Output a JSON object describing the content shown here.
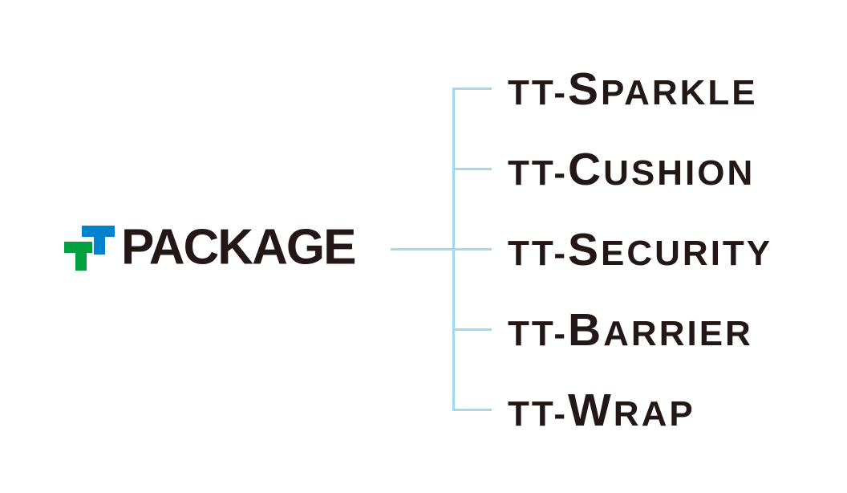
{
  "colors": {
    "mark-green": "#00a040",
    "mark-blue": "#0082cd",
    "line": "#a3d8f0",
    "text": "#231815",
    "bg": "#ffffff"
  },
  "logo": {
    "text": "PACKAGE",
    "mark": "tt-monogram"
  },
  "products": [
    {
      "label": "TT-Sparkle",
      "prefix": "TT-",
      "initial": "S",
      "rest": "PARKLE"
    },
    {
      "label": "TT-Cushion",
      "prefix": "TT-",
      "initial": "C",
      "rest": "USHION"
    },
    {
      "label": "TT-Security",
      "prefix": "TT-",
      "initial": "S",
      "rest": "ECURITY"
    },
    {
      "label": "TT-Barrier",
      "prefix": "TT-",
      "initial": "B",
      "rest": "ARRIER"
    },
    {
      "label": "TT-Wrap",
      "prefix": "TT-",
      "initial": "W",
      "rest": "RAP"
    }
  ]
}
